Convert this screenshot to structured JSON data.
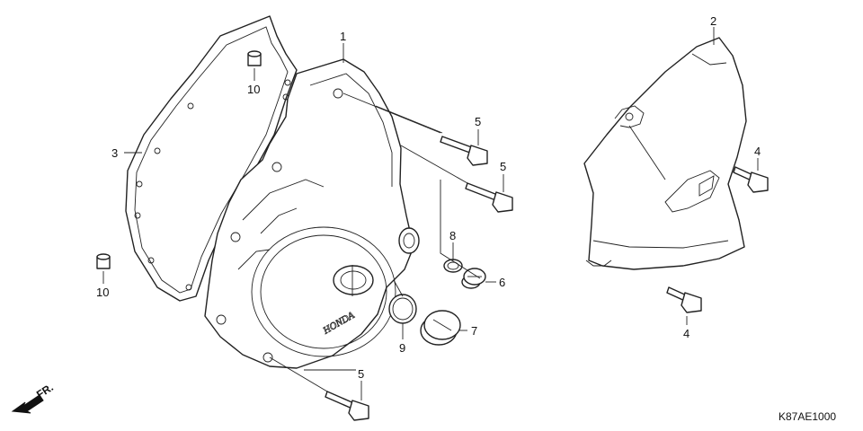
{
  "diagram": {
    "callouts": [
      {
        "id": "c1",
        "text": "1"
      },
      {
        "id": "c2",
        "text": "2"
      },
      {
        "id": "c3",
        "text": "3"
      },
      {
        "id": "c4a",
        "text": "4"
      },
      {
        "id": "c4b",
        "text": "4"
      },
      {
        "id": "c5a",
        "text": "5"
      },
      {
        "id": "c5b",
        "text": "5"
      },
      {
        "id": "c5c",
        "text": "5"
      },
      {
        "id": "c6",
        "text": "6"
      },
      {
        "id": "c7",
        "text": "7"
      },
      {
        "id": "c8",
        "text": "8"
      },
      {
        "id": "c9",
        "text": "9"
      },
      {
        "id": "c10a",
        "text": "10"
      },
      {
        "id": "c10b",
        "text": "10"
      }
    ],
    "front_marker": "FR.",
    "brand_text": "HONDA",
    "diagram_code": "K87AE1000"
  }
}
